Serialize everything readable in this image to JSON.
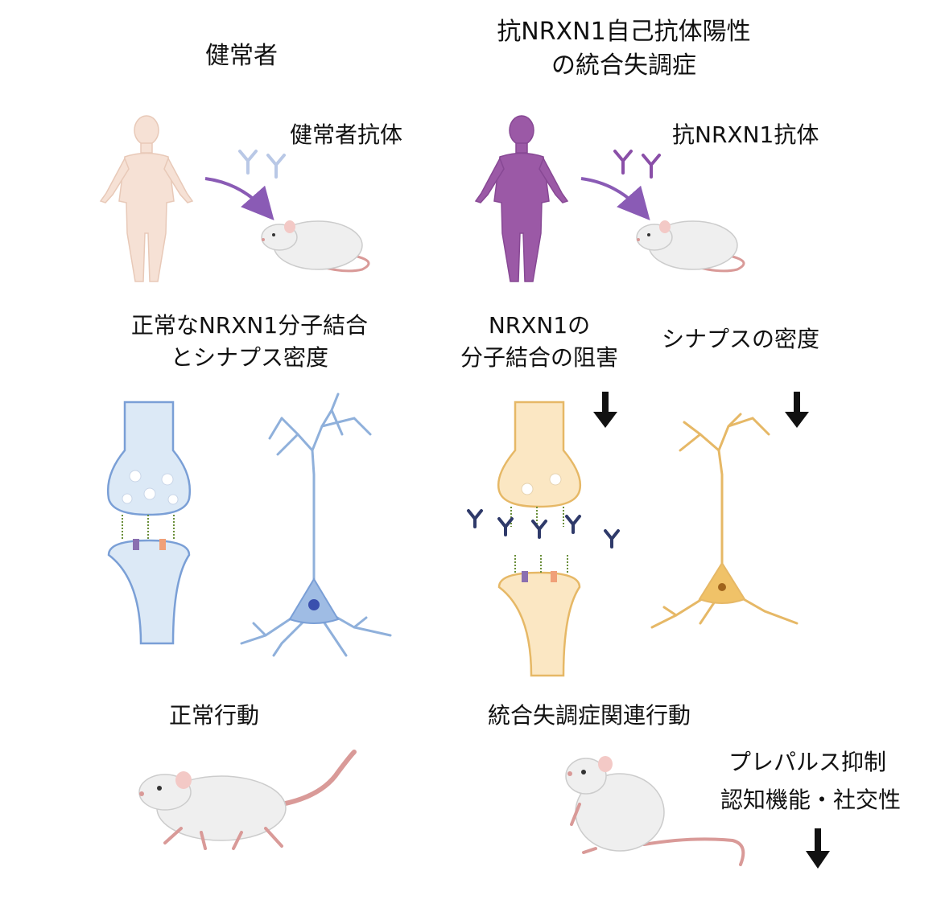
{
  "labels": {
    "healthy_title": "健常者",
    "patient_title_line1": "抗NRXN1自己抗体陽性",
    "patient_title_line2": "の統合失調症",
    "healthy_antibody": "健常者抗体",
    "patient_antibody": "抗NRXN1抗体",
    "normal_binding_line1": "正常なNRXN1分子結合",
    "normal_binding_line2": "とシナプス密度",
    "blocked_binding_line1": "NRXN1の",
    "blocked_binding_line2": "分子結合の阻害",
    "synapse_density": "シナプスの密度",
    "normal_behavior": "正常行動",
    "schizo_behavior": "統合失調症関連行動",
    "ppi_line1": "プレパルス抑制",
    "ppi_line2": "認知機能・社交性"
  },
  "colors": {
    "healthy_skin": "#f6e1d5",
    "patient_body": "#9b59a6",
    "arrow_purple": "#8a5bb5",
    "healthy_synapse_fill": "#dce9f6",
    "healthy_synapse_stroke": "#7a9fd6",
    "patient_synapse_fill": "#fbe7c3",
    "patient_synapse_stroke": "#e6b866",
    "antibody_navy": "#2f3a6a",
    "mouse_body": "#efefef",
    "mouse_tail": "#d99a98",
    "down_arrow": "#111111"
  }
}
